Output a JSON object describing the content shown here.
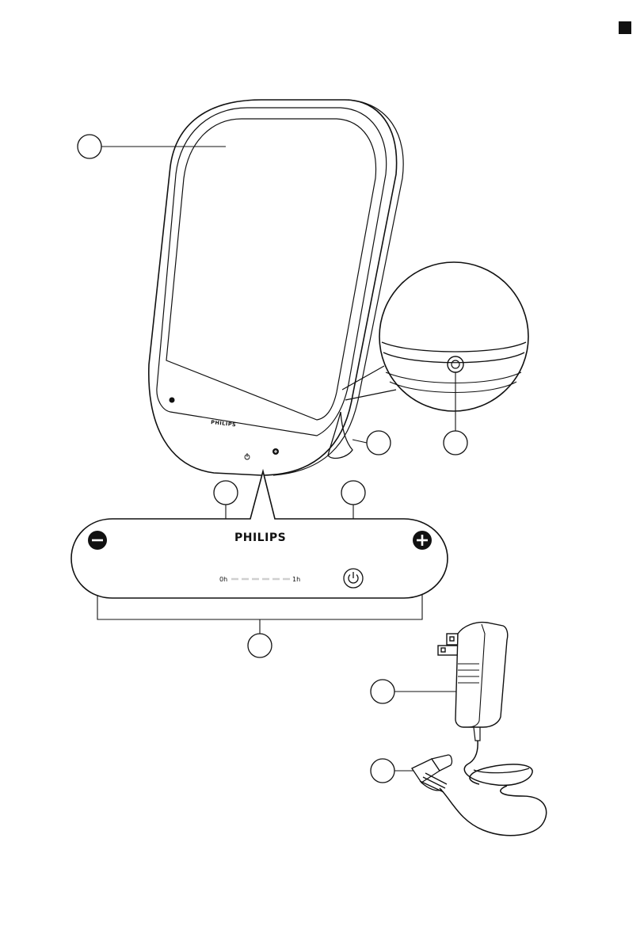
{
  "device": {
    "brand": "PHILIPS",
    "timer_start": "0h",
    "timer_end": "1h"
  },
  "icons": [
    "minus-button-icon",
    "plus-button-icon",
    "power-button-icon",
    "dc-socket-icon"
  ],
  "colors": {
    "ink": "#111111",
    "paper": "#ffffff",
    "timer_segment": "#cfcfcf"
  }
}
